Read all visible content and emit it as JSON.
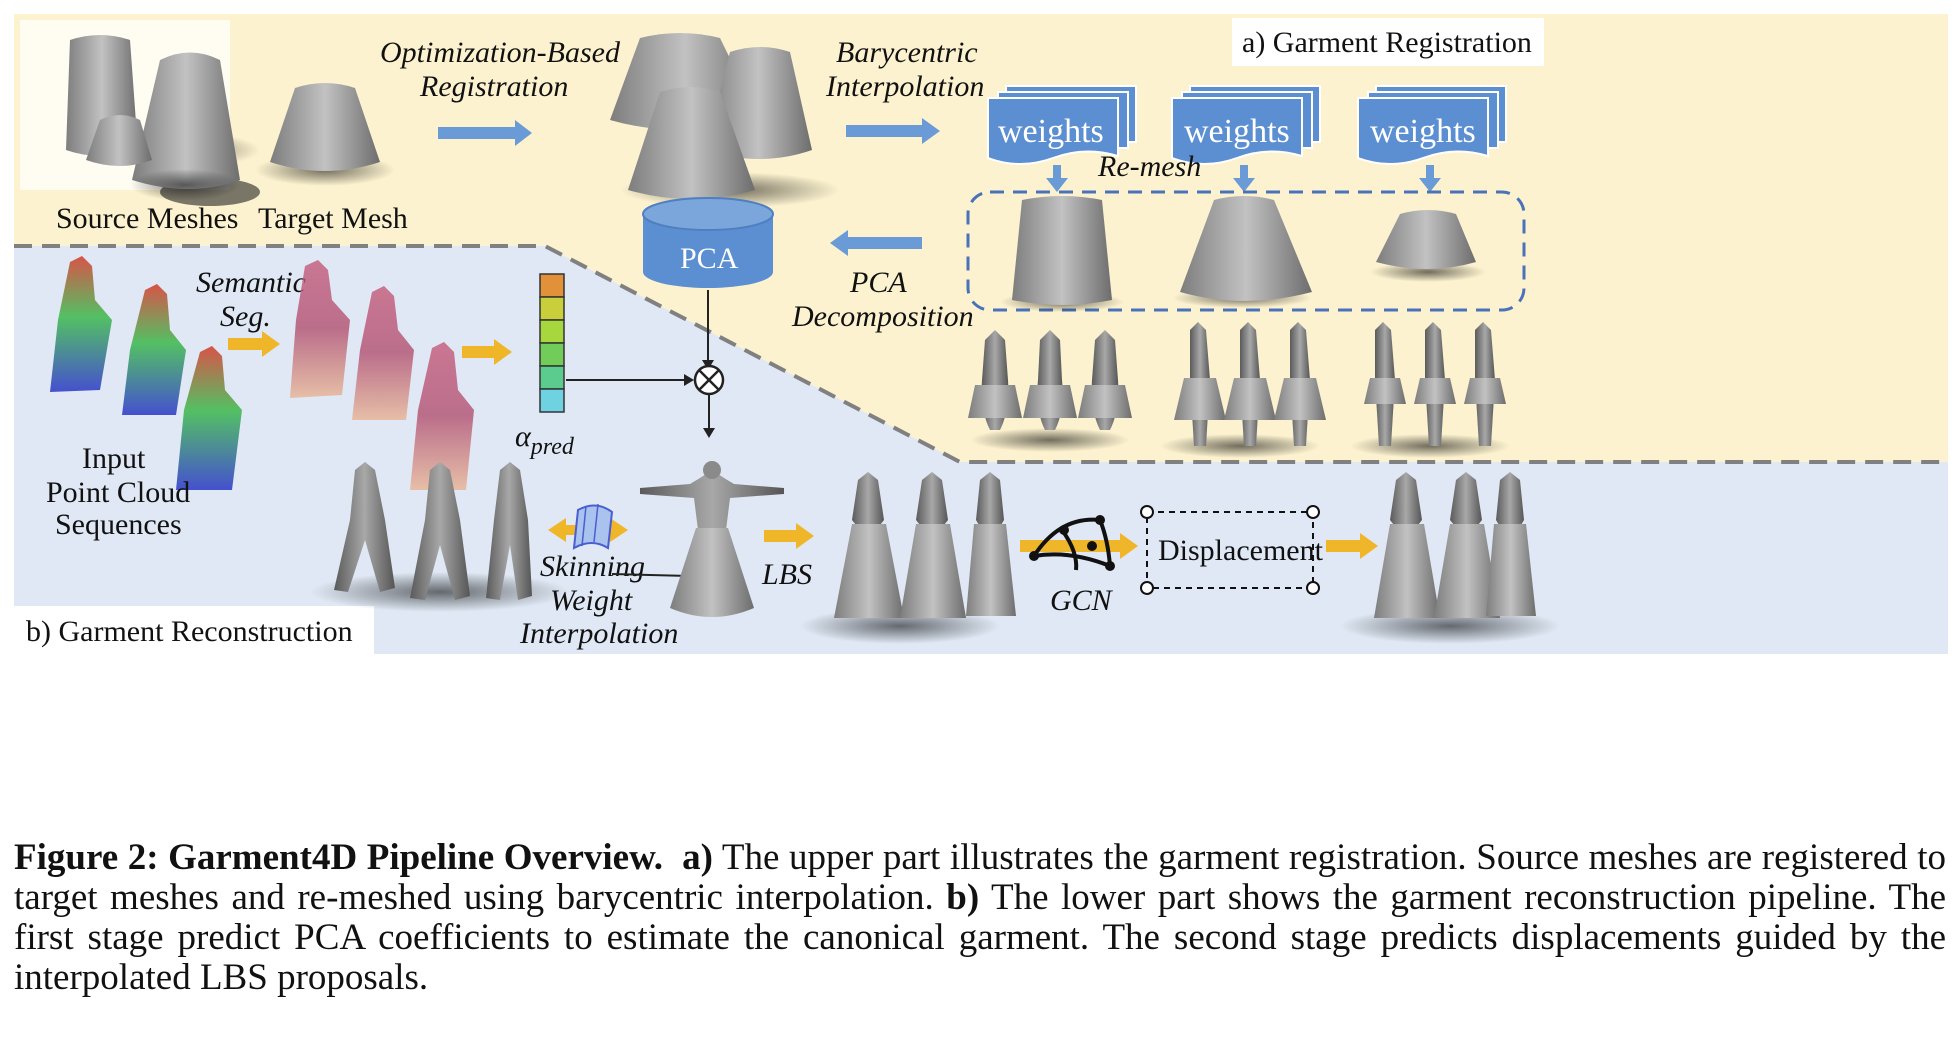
{
  "panel_a": {
    "title": "a) Garment Registration",
    "source_meshes_label": "Source Meshes",
    "target_mesh_label": "Target Mesh",
    "opt_reg_line1": "Optimization-Based",
    "opt_reg_line2": "Registration",
    "bary_line1": "Barycentric",
    "bary_line2": "Interpolation",
    "weights": [
      "weights",
      "weights",
      "weights"
    ],
    "remesh": "Re-mesh",
    "pca": "PCA",
    "pca_dec_line1": "PCA",
    "pca_dec_line2": "Decomposition"
  },
  "panel_b": {
    "title": "b) Garment Reconstruction",
    "semantic_line1": "Semantic",
    "semantic_line2": "Seg.",
    "input_line1": "Input",
    "input_line2": "Point Cloud",
    "input_line3": "Sequences",
    "alpha": "α",
    "alpha_sub": "pred",
    "skin_line1": "Skinning",
    "skin_line2": "Weight",
    "skin_line3": "Interpolation",
    "lbs": "LBS",
    "gcn": "GCN",
    "displacement": "Displacement",
    "alpha_colors": [
      "#e0913a",
      "#c8cf3a",
      "#a6d83e",
      "#72cc5a",
      "#5ccb8e",
      "#6fd2e0"
    ]
  },
  "colors": {
    "panel_a_bg": "#fcf2cf",
    "panel_b_bg": "#dfe8f4",
    "blue_arrow": "#6a9bd6",
    "yellow_arrow": "#f0b62a",
    "pca_fill": "#5b8fd1",
    "weights_fill": "#5b8fd1"
  },
  "caption": {
    "fig_label": "Figure 2: Garment4D Pipeline Overview.",
    "a_label": "a)",
    "a_text": " The upper part illustrates the garment registration. Source meshes are registered to target meshes and re-meshed using barycentric interpolation. ",
    "b_label": "b)",
    "b_text": " The lower part shows the garment reconstruction pipeline. The first stage predict PCA coefficients to estimate the canonical garment. The second stage predicts displacements guided by the interpolated LBS proposals."
  }
}
